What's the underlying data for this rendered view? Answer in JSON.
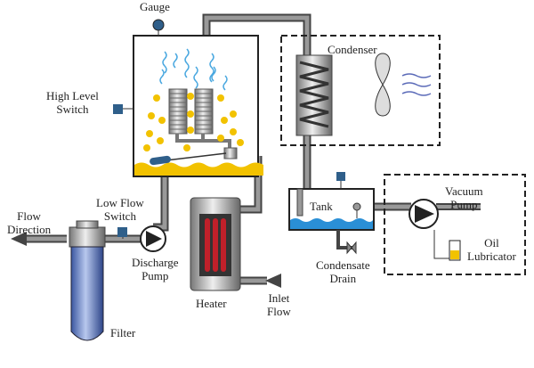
{
  "labels": {
    "gauge": "Gauge",
    "high_level_switch_1": "High Level",
    "high_level_switch_2": "Switch",
    "condenser": "Condenser",
    "tank": "Tank",
    "vacuum_pump_1": "Vacuum",
    "vacuum_pump_2": "Pump",
    "oil_lubricator_1": "Oil",
    "oil_lubricator_2": "Lubricator",
    "condensate_drain_1": "Condensate",
    "condensate_drain_2": "Drain",
    "low_flow_switch_1": "Low Flow",
    "low_flow_switch_2": "Switch",
    "flow_direction_1": "Flow",
    "flow_direction_2": "Direction",
    "discharge_pump_1": "Discharge",
    "discharge_pump_2": "Pump",
    "heater": "Heater",
    "inlet_flow_1": "Inlet",
    "inlet_flow_2": "Flow",
    "filter": "Filter"
  },
  "colors": {
    "pipe": "#8a8a8a",
    "pipe_outline": "#444444",
    "solvent": "#f2c200",
    "water": "#2a8fd6",
    "steam": "#4aa8e0",
    "switch": "#2f5f8a",
    "heater_element": "#c0202a",
    "filter": "#5a78b8"
  }
}
